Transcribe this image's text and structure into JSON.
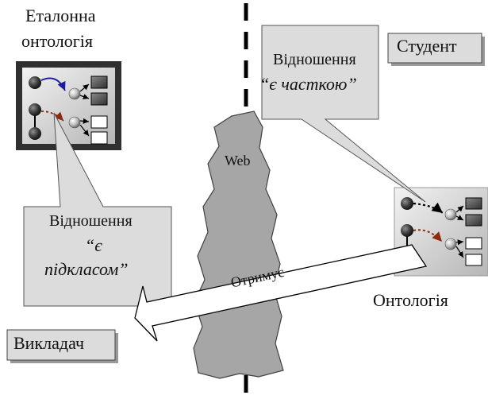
{
  "labels": {
    "reference_ontology_line1": "Еталонна",
    "reference_ontology_line2": "онтологія",
    "student": "Студент",
    "teacher": "Викладач",
    "ontology": "Онтологія",
    "web": "Web",
    "receives": "Отримує",
    "callout_part": {
      "line1": "Відношення",
      "line2": "“є часткою”"
    },
    "callout_subclass": {
      "line1": "Відношення",
      "line2": "“є",
      "line3": "підкласом”"
    }
  },
  "colors": {
    "dark_box": "#303030",
    "box_fill": "#d8d8d8",
    "callout_fill": "#dcdcdc",
    "web_fill": "#a6a6a6",
    "arrow_blue": "#1a1aa0",
    "arrow_brown": "#8b2a0c"
  }
}
